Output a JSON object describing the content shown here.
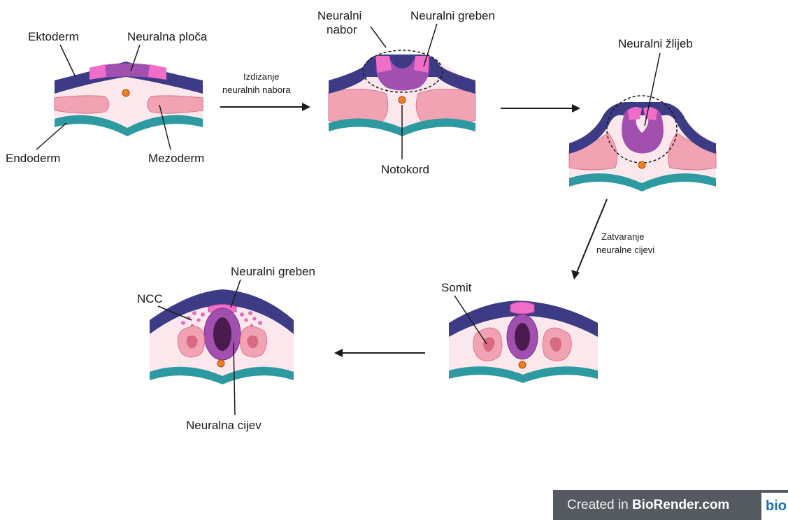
{
  "labels": {
    "ektoderm": "Ektoderm",
    "neuralna_ploca": "Neuralna ploča",
    "endoderm": "Endoderm",
    "mezoderm": "Mezoderm",
    "neuralni_nabor_1": "Neuralni",
    "neuralni_nabor_2": "nabor",
    "neuralni_greben_top": "Neuralni greben",
    "notokord": "Notokord",
    "neuralni_zlijeb": "Neuralni žlijeb",
    "somit": "Somit",
    "ncc": "NCC",
    "neuralni_greben_bottom": "Neuralni greben",
    "neuralna_cijev": "Neuralna cijev"
  },
  "steps": {
    "step1_line1": "Izdizanje",
    "step1_line2": "neuralnih nabora",
    "step2_line1": "Zatvaranje",
    "step2_line2": "neuralne cijevi"
  },
  "badge": {
    "prefix": "Created in ",
    "brand": "BioRender.com",
    "logo": "bio"
  },
  "colors": {
    "ectoderm": "#3d3b86",
    "neural_plate": "#a150b0",
    "neural_crest": "#f06ec8",
    "mesoderm": "#f1a3b4",
    "endoderm": "#2c9aa0",
    "tissue": "#fbe7ec",
    "notochord": "#f07f1f",
    "lumen": "#4b1b4d"
  }
}
